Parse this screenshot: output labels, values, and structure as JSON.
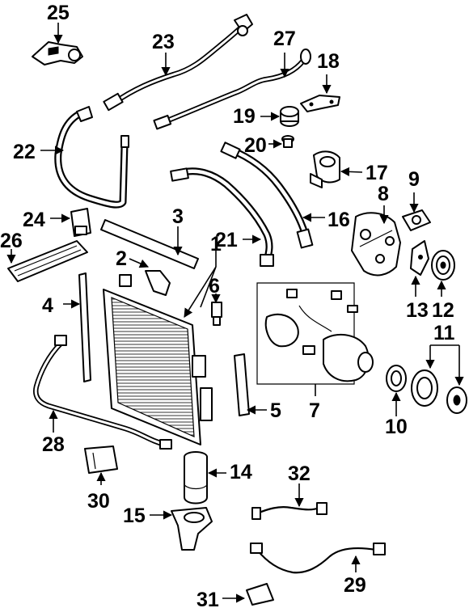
{
  "callouts": {
    "c1": "1",
    "c2": "2",
    "c3": "3",
    "c4": "4",
    "c5": "5",
    "c6": "6",
    "c7": "7",
    "c8": "8",
    "c9": "9",
    "c10": "10",
    "c11": "11",
    "c12": "12",
    "c13": "13",
    "c14": "14",
    "c15": "15",
    "c16": "16",
    "c17": "17",
    "c18": "18",
    "c19": "19",
    "c20": "20",
    "c21": "21",
    "c22": "22",
    "c23": "23",
    "c24": "24",
    "c25": "25",
    "c26": "26",
    "c27": "27",
    "c28": "28",
    "c29": "29",
    "c30": "30",
    "c31": "31",
    "c32": "32"
  },
  "colors": {
    "ink": "#000000",
    "paper": "#ffffff"
  }
}
